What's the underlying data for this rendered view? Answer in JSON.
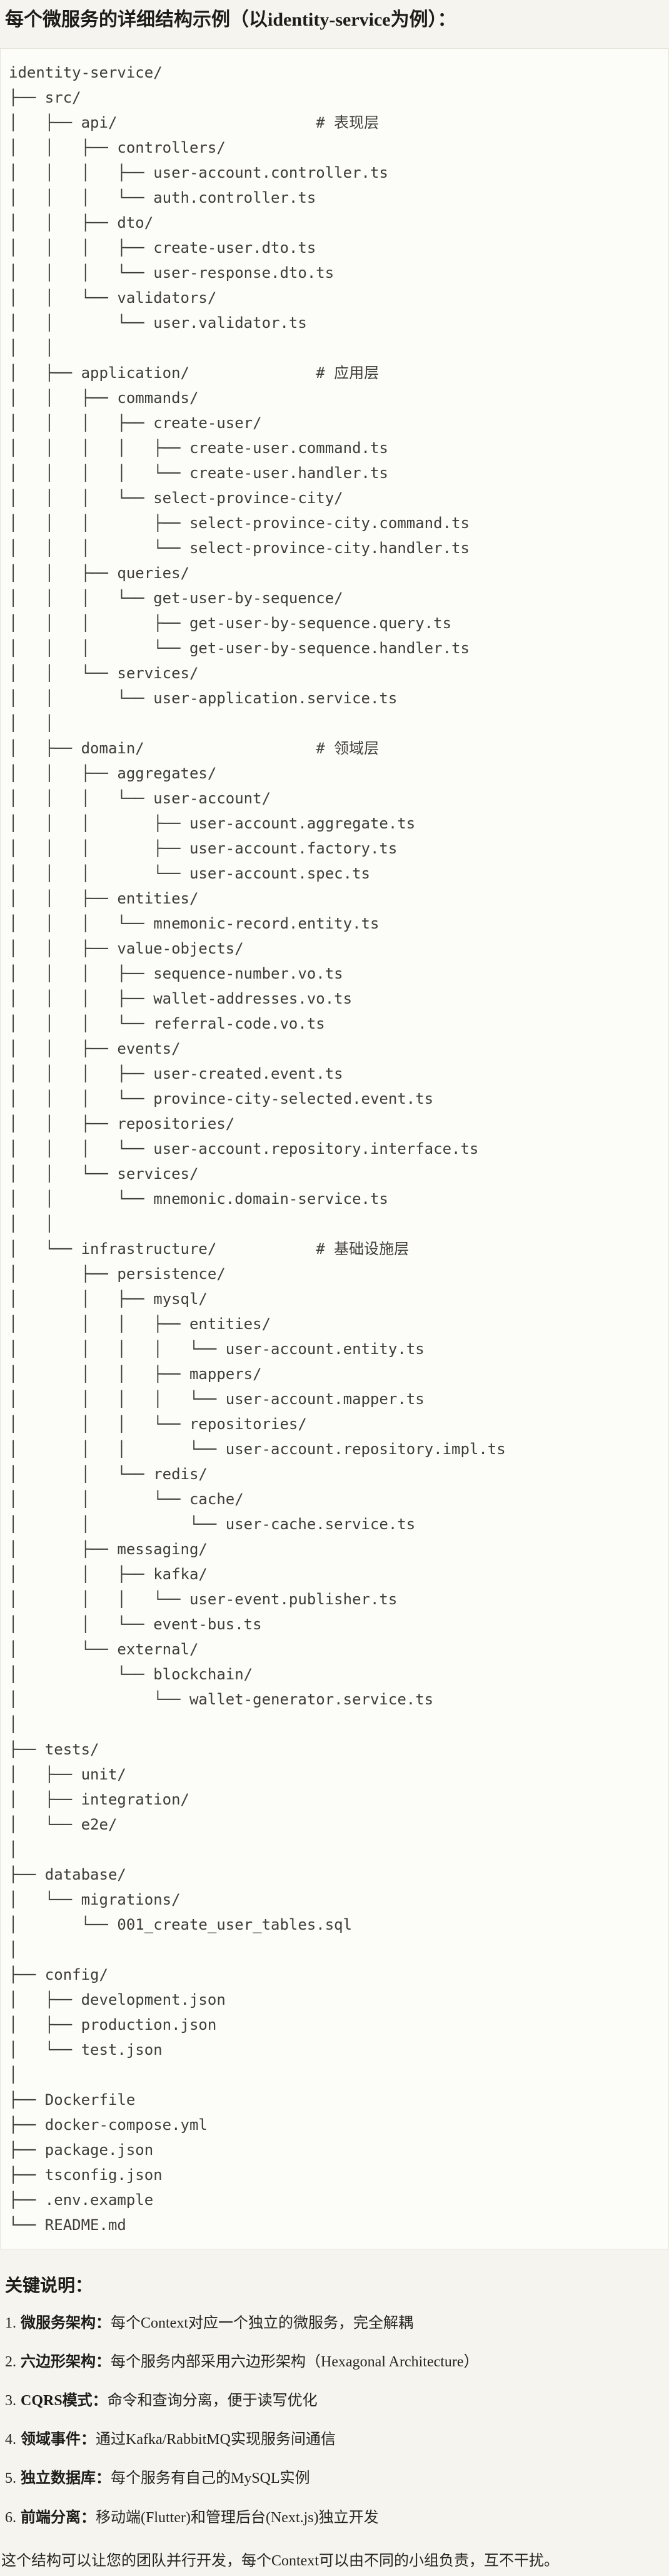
{
  "page": {
    "title": "每个微服务的详细结构示例（以identity-service为例）：",
    "colors": {
      "background": "#F6F4EE",
      "code_background": "#FCFCF9",
      "code_border": "#E7E4DB",
      "code_text": "#3E3D38",
      "heading_text": "#1D1C18",
      "body_text": "#26251F"
    },
    "tree": {
      "root": "identity-service/",
      "layer_comments": [
        "# 表现层",
        "# 应用层",
        "# 领域层",
        "# 基础设施层"
      ],
      "lines": [
        "identity-service/",
        "├── src/",
        "│   ├── api/                      # 表现层",
        "│   │   ├── controllers/",
        "│   │   │   ├── user-account.controller.ts",
        "│   │   │   └── auth.controller.ts",
        "│   │   ├── dto/",
        "│   │   │   ├── create-user.dto.ts",
        "│   │   │   └── user-response.dto.ts",
        "│   │   └── validators/",
        "│   │       └── user.validator.ts",
        "│   │",
        "│   ├── application/              # 应用层",
        "│   │   ├── commands/",
        "│   │   │   ├── create-user/",
        "│   │   │   │   ├── create-user.command.ts",
        "│   │   │   │   └── create-user.handler.ts",
        "│   │   │   └── select-province-city/",
        "│   │   │       ├── select-province-city.command.ts",
        "│   │   │       └── select-province-city.handler.ts",
        "│   │   ├── queries/",
        "│   │   │   └── get-user-by-sequence/",
        "│   │   │       ├── get-user-by-sequence.query.ts",
        "│   │   │       └── get-user-by-sequence.handler.ts",
        "│   │   └── services/",
        "│   │       └── user-application.service.ts",
        "│   │",
        "│   ├── domain/                   # 领域层",
        "│   │   ├── aggregates/",
        "│   │   │   └── user-account/",
        "│   │   │       ├── user-account.aggregate.ts",
        "│   │   │       ├── user-account.factory.ts",
        "│   │   │       └── user-account.spec.ts",
        "│   │   ├── entities/",
        "│   │   │   └── mnemonic-record.entity.ts",
        "│   │   ├── value-objects/",
        "│   │   │   ├── sequence-number.vo.ts",
        "│   │   │   ├── wallet-addresses.vo.ts",
        "│   │   │   └── referral-code.vo.ts",
        "│   │   ├── events/",
        "│   │   │   ├── user-created.event.ts",
        "│   │   │   └── province-city-selected.event.ts",
        "│   │   ├── repositories/",
        "│   │   │   └── user-account.repository.interface.ts",
        "│   │   └── services/",
        "│   │       └── mnemonic.domain-service.ts",
        "│   │",
        "│   └── infrastructure/           # 基础设施层",
        "│       ├── persistence/",
        "│       │   ├── mysql/",
        "│       │   │   ├── entities/",
        "│       │   │   │   └── user-account.entity.ts",
        "│       │   │   ├── mappers/",
        "│       │   │   │   └── user-account.mapper.ts",
        "│       │   │   └── repositories/",
        "│       │   │       └── user-account.repository.impl.ts",
        "│       │   └── redis/",
        "│       │       └── cache/",
        "│       │           └── user-cache.service.ts",
        "│       ├── messaging/",
        "│       │   ├── kafka/",
        "│       │   │   └── user-event.publisher.ts",
        "│       │   └── event-bus.ts",
        "│       └── external/",
        "│           └── blockchain/",
        "│               └── wallet-generator.service.ts",
        "│",
        "├── tests/",
        "│   ├── unit/",
        "│   ├── integration/",
        "│   └── e2e/",
        "│",
        "├── database/",
        "│   └── migrations/",
        "│       └── 001_create_user_tables.sql",
        "│",
        "├── config/",
        "│   ├── development.json",
        "│   ├── production.json",
        "│   └── test.json",
        "│",
        "├── Dockerfile",
        "├── docker-compose.yml",
        "├── package.json",
        "├── tsconfig.json",
        "├── .env.example",
        "└── README.md"
      ]
    },
    "notes": {
      "heading": "关键说明：",
      "items": [
        {
          "num": "1.",
          "term": "微服务架构：",
          "desc": "每个Context对应一个独立的微服务，完全解耦"
        },
        {
          "num": "2.",
          "term": "六边形架构：",
          "desc": "每个服务内部采用六边形架构（Hexagonal Architecture）"
        },
        {
          "num": "3.",
          "term": "CQRS模式：",
          "desc": "命令和查询分离，便于读写优化"
        },
        {
          "num": "4.",
          "term": "领域事件：",
          "desc": "通过Kafka/RabbitMQ实现服务间通信"
        },
        {
          "num": "5.",
          "term": "独立数据库：",
          "desc": "每个服务有自己的MySQL实例"
        },
        {
          "num": "6.",
          "term": "前端分离：",
          "desc": "移动端(Flutter)和管理后台(Next.js)独立开发"
        }
      ],
      "footer": "这个结构可以让您的团队并行开发，每个Context可以由不同的小组负责，互不干扰。"
    }
  }
}
